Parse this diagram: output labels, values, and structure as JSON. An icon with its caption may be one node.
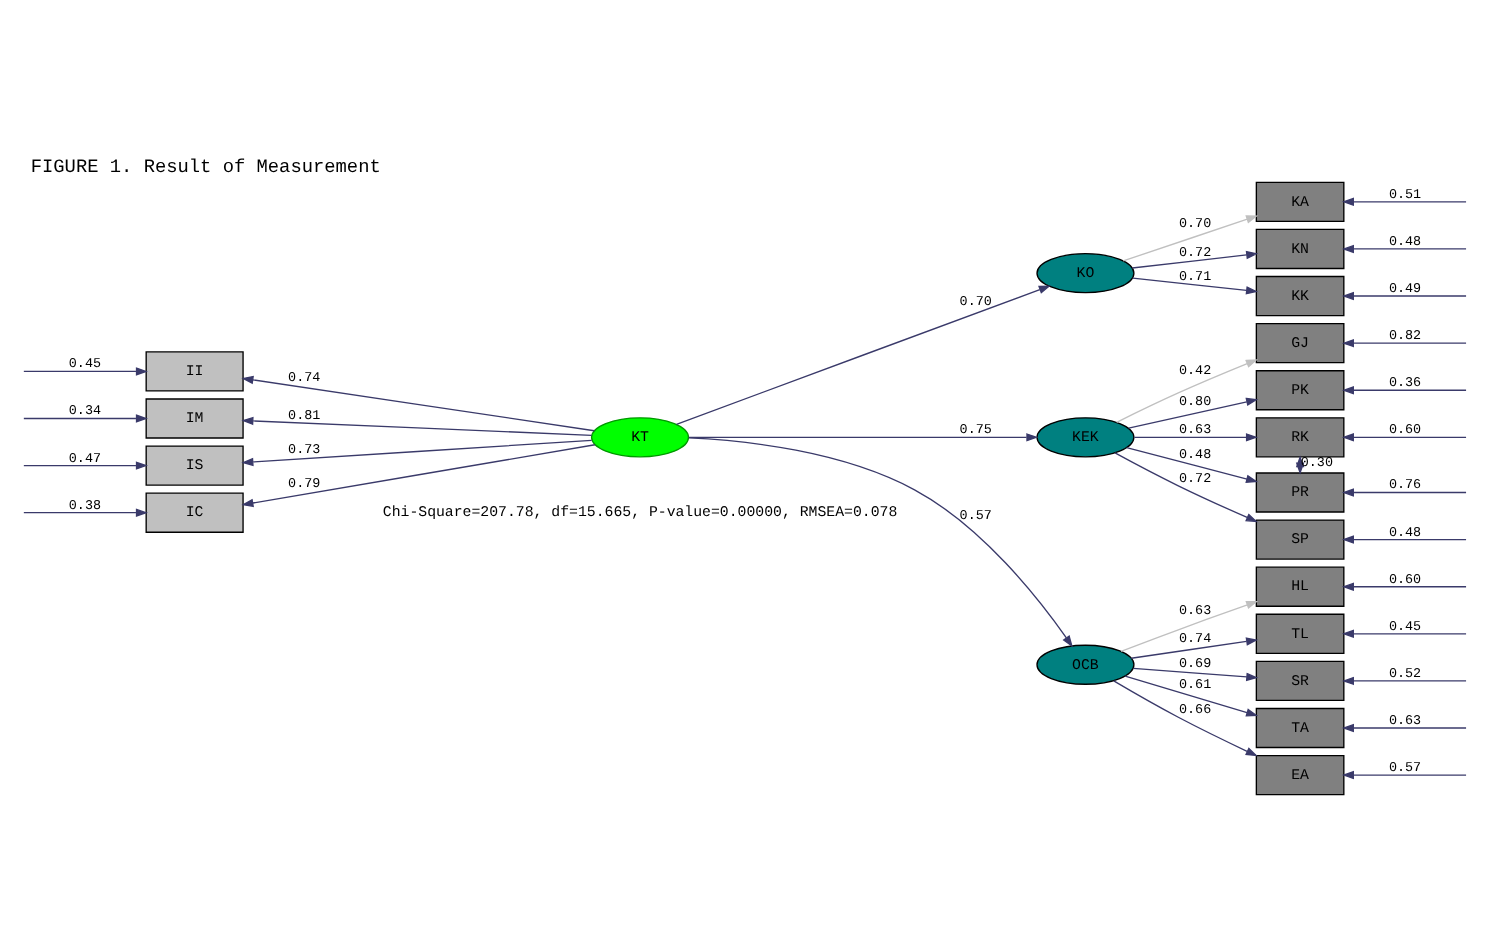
{
  "diagram": {
    "title": "FIGURE 1. Result of Measurement",
    "nodes": [
      {
        "text": [
          "II"
        ]
      },
      {
        "text": [
          "IM"
        ]
      },
      {
        "text": [
          "IS"
        ]
      },
      {
        "text": [
          "IC"
        ]
      },
      {
        "text": [
          "KT"
        ]
      },
      {
        "text": [
          "KO"
        ]
      },
      {
        "text": [
          "KEK"
        ]
      },
      {
        "text": [
          "OCB"
        ]
      },
      {
        "text": [
          "KA"
        ]
      },
      {
        "text": [
          "KN"
        ]
      },
      {
        "text": [
          "KK"
        ]
      },
      {
        "text": [
          "GJ"
        ]
      },
      {
        "text": [
          "PK"
        ]
      },
      {
        "text": [
          "RK"
        ]
      },
      {
        "text": [
          "PR"
        ]
      },
      {
        "text": [
          "SP"
        ]
      },
      {
        "text": [
          "HL"
        ]
      },
      {
        "text": [
          "TL"
        ]
      },
      {
        "text": [
          "SR"
        ]
      },
      {
        "text": [
          "TA"
        ]
      },
      {
        "text": [
          "EA"
        ]
      }
    ],
    "edges": [
      {
        "from": 4,
        "to": 0,
        "arrow": "to",
        "label": "0.74"
      },
      {
        "from": 4,
        "to": 1,
        "arrow": "to",
        "label": "0.81"
      },
      {
        "from": 4,
        "to": 2,
        "arrow": "to",
        "label": "0.73"
      },
      {
        "from": 4,
        "to": 3,
        "arrow": "to",
        "label": "0.79"
      },
      {
        "from": 4,
        "to": 5,
        "arrow": "to",
        "label": "0.70"
      },
      {
        "from": 4,
        "to": 6,
        "arrow": "to",
        "label": "0.75"
      },
      {
        "from": 4,
        "to": 7,
        "arrow": "to",
        "label": "0.57"
      },
      {
        "from": 5,
        "to": 8,
        "arrow": "to",
        "label": "0.70",
        "color": "#c0c0c0"
      },
      {
        "from": 5,
        "to": 9,
        "arrow": "to",
        "label": "0.72"
      },
      {
        "from": 5,
        "to": 10,
        "arrow": "to",
        "label": "0.71"
      },
      {
        "from": 6,
        "to": 11,
        "arrow": "to",
        "label": "0.42",
        "color": "#c0c0c0"
      },
      {
        "from": 6,
        "to": 12,
        "arrow": "to",
        "label": "0.80"
      },
      {
        "from": 6,
        "to": 13,
        "arrow": "to",
        "label": "0.63"
      },
      {
        "from": 6,
        "to": 14,
        "arrow": "to",
        "label": "0.48"
      },
      {
        "from": 6,
        "to": 15,
        "arrow": "to",
        "label": "0.72"
      },
      {
        "from": 7,
        "to": 16,
        "arrow": "to",
        "label": "0.63",
        "color": "#c0c0c0"
      },
      {
        "from": 7,
        "to": 17,
        "arrow": "to",
        "label": "0.74"
      },
      {
        "from": 7,
        "to": 18,
        "arrow": "to",
        "label": "0.69"
      },
      {
        "from": 7,
        "to": 19,
        "arrow": "to",
        "label": "0.61"
      },
      {
        "from": 7,
        "to": 20,
        "arrow": "to",
        "label": "0.66"
      },
      {
        "from": null,
        "to": 0,
        "arrow": "to",
        "label": "0.45"
      },
      {
        "from": null,
        "to": 1,
        "arrow": "to",
        "label": "0.34"
      },
      {
        "from": null,
        "to": 2,
        "arrow": "to",
        "label": "0.47"
      },
      {
        "from": null,
        "to": 3,
        "arrow": "to",
        "label": "0.38"
      },
      {
        "from": null,
        "to": 8,
        "arrow": "to",
        "label": "0.51"
      },
      {
        "from": null,
        "to": 9,
        "arrow": "to",
        "label": "0.48"
      },
      {
        "from": null,
        "to": 10,
        "arrow": "to",
        "label": "0.49"
      },
      {
        "from": null,
        "to": 11,
        "arrow": "to",
        "label": "0.82"
      },
      {
        "from": null,
        "to": 12,
        "arrow": "to",
        "label": "0.36"
      },
      {
        "from": null,
        "to": 13,
        "arrow": "to",
        "label": "0.60"
      },
      {
        "from": null,
        "to": 14,
        "arrow": "to",
        "label": "0.76"
      },
      {
        "from": null,
        "to": 15,
        "arrow": "to",
        "label": "0.48"
      },
      {
        "from": null,
        "to": 16,
        "arrow": "to",
        "label": "0.60"
      },
      {
        "from": null,
        "to": 17,
        "arrow": "to",
        "label": "0.45"
      },
      {
        "from": null,
        "to": 18,
        "arrow": "to",
        "label": "0.52"
      },
      {
        "from": null,
        "to": 19,
        "arrow": "to",
        "label": "0.63"
      },
      {
        "from": null,
        "to": 20,
        "arrow": "to",
        "label": "0.57"
      },
      {
        "from": 13,
        "to": 14,
        "arrow": "both",
        "label": "0.30"
      }
    ],
    "labels": [
      "Chi-Square=207.78, df=15.665, P-value=0.00000, RMSEA=0.078"
    ]
  }
}
